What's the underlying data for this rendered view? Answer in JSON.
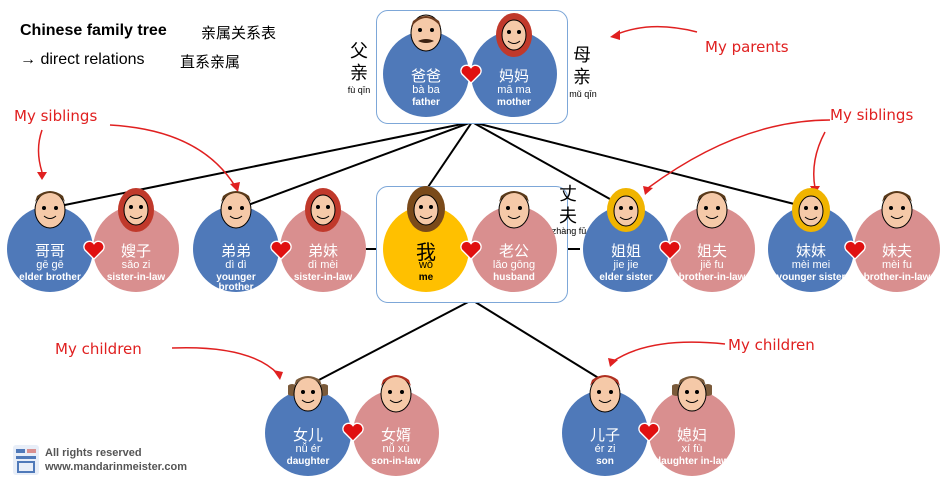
{
  "title": {
    "main": "Chinese family tree",
    "cn": "亲属关系表",
    "sub": "→ direct  relations",
    "sub_cn": "直系亲属"
  },
  "father_side": {
    "chars": [
      "父",
      "亲"
    ],
    "pinyin": "fù qīn"
  },
  "mother_side": {
    "chars": [
      "母",
      "亲"
    ],
    "pinyin": "mǔ qīn"
  },
  "husband_side": {
    "chars": [
      "丈",
      "夫"
    ],
    "pinyin": "zhàng fū"
  },
  "people": {
    "father": {
      "cn": "爸爸",
      "pinyin": "bà ba",
      "en": "father"
    },
    "mother": {
      "cn": "妈妈",
      "pinyin": "mā ma",
      "en": "mother"
    },
    "elder_brother": {
      "cn": "哥哥",
      "pinyin": "gē gē",
      "en": "elder brother"
    },
    "sao_zi": {
      "cn": "嫂子",
      "pinyin": "sǎo zi",
      "en": "sister-in-law"
    },
    "younger_brother": {
      "cn": "弟弟",
      "pinyin": "dì dì",
      "en": "younger brother"
    },
    "di_mei": {
      "cn": "弟妹",
      "pinyin": "dì mèi",
      "en": "sister-in-law"
    },
    "me": {
      "cn": "我",
      "pinyin": "wǒ",
      "en": "me"
    },
    "husband": {
      "cn": "老公",
      "pinyin": "lǎo gōng",
      "en": "husband"
    },
    "elder_sister": {
      "cn": "姐姐",
      "pinyin": "jie jie",
      "en": "elder sister"
    },
    "jie_fu": {
      "cn": "姐夫",
      "pinyin": "jiě fu",
      "en": "brother-in-law"
    },
    "younger_sister": {
      "cn": "妹妹",
      "pinyin": "mèi mei",
      "en": "younger sister"
    },
    "mei_fu": {
      "cn": "妹夫",
      "pinyin": "mèi fu",
      "en": "brother-in-law"
    },
    "daughter": {
      "cn": "女儿",
      "pinyin": "nǚ ér",
      "en": "daughter"
    },
    "son_in_law": {
      "cn": "女婿",
      "pinyin": "nǚ xù",
      "en": "son-in-law"
    },
    "son": {
      "cn": "儿子",
      "pinyin": "ér zi",
      "en": "son"
    },
    "daughter_in_law": {
      "cn": "媳妇",
      "pinyin": "xí fù",
      "en": "daughter in-law"
    }
  },
  "notes": {
    "parents": "My parents",
    "siblings_left": "My siblings",
    "siblings_right": "My siblings",
    "children_left": "My children",
    "children_right": "My children"
  },
  "footer": {
    "rights": "All rights reserved",
    "site": "www.mandarinmeister.com"
  },
  "colors": {
    "blue": "#4f79b9",
    "pink": "#d98f8f",
    "gold": "#ffc000",
    "heart": "#e01010",
    "note": "#e02020"
  }
}
